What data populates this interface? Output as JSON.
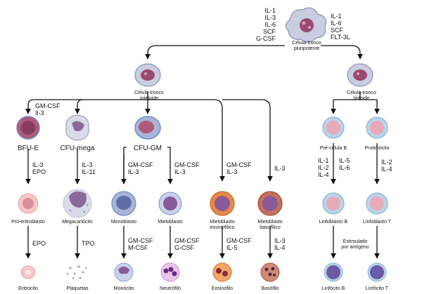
{
  "cells": {
    "stem": {
      "label_lines": [
        "Célula-tronco",
        "pluripotente"
      ]
    },
    "myeloid": {
      "label_lines": [
        "Célula-tronco",
        "mieloide"
      ]
    },
    "lymphoid": {
      "label_lines": [
        "Célula-tronco",
        "linfoide"
      ]
    },
    "bfu_e": {
      "label": "BFU-E"
    },
    "cfu_mega": {
      "label": "CFU-mega"
    },
    "cfu_gm": {
      "label": "CFU-GM"
    },
    "pre_b": {
      "label": "Pré-célula B"
    },
    "protimo": {
      "label": "Protimócito"
    },
    "pro_eritro": {
      "label": "Pró-eritroblasto"
    },
    "megacario": {
      "label": "Megacariócito"
    },
    "monoblasto": {
      "label": "Monoblasto"
    },
    "mieloblasto": {
      "label": "Mieloblasto"
    },
    "mielo_eos": {
      "label_lines": [
        "Mieloblasto",
        "eosinofílico"
      ]
    },
    "mielo_bas": {
      "label_lines": [
        "Mieloblasto",
        "basofílico"
      ]
    },
    "linfo_b": {
      "label": "Linfoblasto B"
    },
    "linfo_t": {
      "label": "Linfoblasto T"
    },
    "eritrocito": {
      "label": "Eritrócito"
    },
    "plaquetas": {
      "label": "Plaquetas"
    },
    "monocito": {
      "label": "Monócito"
    },
    "neutrofilo": {
      "label": "Neutrófilo"
    },
    "eosinofilo": {
      "label": "Eosinófilo"
    },
    "basofilo": {
      "label": "Basófilo"
    },
    "linfocito_b": {
      "label": "Linfócito B"
    },
    "linfocito_t": {
      "label": "Linfócito T"
    }
  },
  "cytokines": {
    "stem_left": [
      "IL-1",
      "IL-3",
      "IL-6",
      "SCF",
      "G-CSF"
    ],
    "stem_right": [
      "IL-1",
      "IL-6",
      "SCF",
      "FLT-3L"
    ],
    "myeloid_split": [
      "GM-CSF",
      "Il-3"
    ],
    "bfu_to_pro": [
      "IL-3",
      "EPO"
    ],
    "mega_step": [
      "IL-3",
      "IL-11"
    ],
    "gm_to_mono": [
      "GM-CSF",
      "IL-3"
    ],
    "gm_to_mielo": [
      "GM-CSF",
      "IL-3"
    ],
    "to_eos": [
      "GM-CSF",
      "IL-3"
    ],
    "to_bas": [
      "IL-3"
    ],
    "pre_b_left": [
      "IL-1",
      "IL-2",
      "IL-4"
    ],
    "pre_b_right": [
      "IL-5",
      "IL-6"
    ],
    "protimo_step": [
      "IL-2",
      "IL-4"
    ],
    "pro_to_eri": [
      "EPO"
    ],
    "mega_to_plaq": [
      "TPO"
    ],
    "mono_to_monocito": [
      "GM-CSF",
      "M-CSF"
    ],
    "mielo_to_neutro": [
      "GM-CSF",
      "G-CSF"
    ],
    "eos_final": [
      "GM-CSF",
      "IL-5"
    ],
    "bas_final": [
      "IL-3",
      "IL-4"
    ],
    "antigen_note": [
      "Estimulado",
      "por antígeno"
    ]
  },
  "colors": {
    "stem_fill": "#c8cde0",
    "stem_nucleus": "#9a4a6e",
    "progenitor": "#c8d8ea",
    "erythroid": "#b05a7a",
    "erythroid_light": "#f7c6c9",
    "mega": "#d9dce8",
    "myeloblast": "#a9b5d6",
    "eosinophil": "#e88a45",
    "basophil": "#c8705c",
    "lymph": "#b8d4ea",
    "lymph_nucleus": "#e9a9b8",
    "arrow": "#111111"
  }
}
